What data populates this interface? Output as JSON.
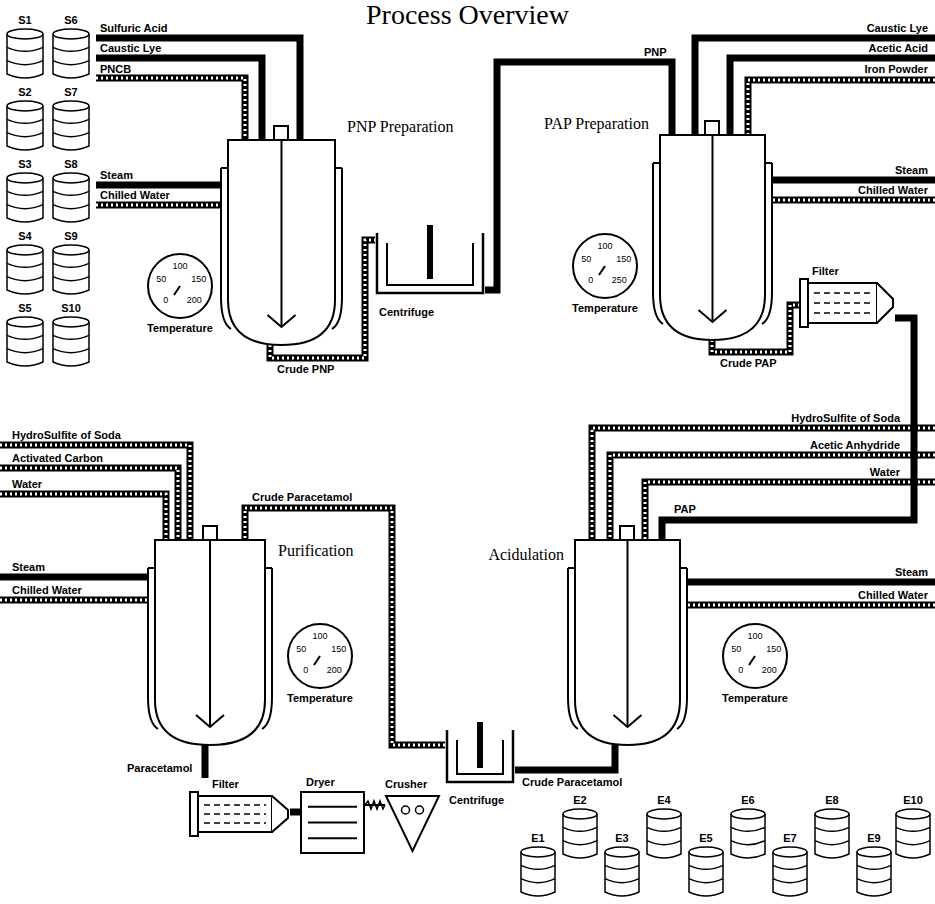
{
  "diagram": {
    "title": "Process Overview",
    "nodes": [
      {
        "text": [
          "S1"
        ]
      },
      {
        "text": [
          "S6"
        ]
      },
      {
        "text": [
          "S2"
        ]
      },
      {
        "text": [
          "S7"
        ]
      },
      {
        "text": [
          "S3"
        ]
      },
      {
        "text": [
          "S8"
        ]
      },
      {
        "text": [
          "S4"
        ]
      },
      {
        "text": [
          "S9"
        ]
      },
      {
        "text": [
          "S5"
        ]
      },
      {
        "text": [
          "S10"
        ]
      },
      {
        "text": [
          "PNP Preparation"
        ]
      },
      {
        "text": [
          "PAP Preparation"
        ]
      },
      {
        "text": [
          "100",
          "50",
          "150",
          "0",
          "200",
          "Temperature"
        ]
      },
      {
        "text": [
          "Centrifuge"
        ]
      },
      {
        "text": [
          "100",
          "50",
          "150",
          "0",
          "250",
          "Temperature"
        ]
      },
      {
        "text": [
          "Filter"
        ]
      },
      {
        "text": [
          "Purification"
        ]
      },
      {
        "text": [
          "Acidulation"
        ]
      },
      {
        "text": [
          "100",
          "50",
          "150",
          "0",
          "200",
          "Temperature"
        ]
      },
      {
        "text": [
          "100",
          "50",
          "150",
          "0",
          "200",
          "Temperature"
        ]
      },
      {
        "text": [
          "Centrifuge"
        ]
      },
      {
        "text": [
          "Filter"
        ]
      },
      {
        "text": [
          "Dryer"
        ]
      },
      {
        "text": [
          "Crusher"
        ]
      },
      {
        "text": [
          "E1"
        ]
      },
      {
        "text": [
          "E2"
        ]
      },
      {
        "text": [
          "E3"
        ]
      },
      {
        "text": [
          "E4"
        ]
      },
      {
        "text": [
          "E5"
        ]
      },
      {
        "text": [
          "E6"
        ]
      },
      {
        "text": [
          "E7"
        ]
      },
      {
        "text": [
          "E8"
        ]
      },
      {
        "text": [
          "E9"
        ]
      },
      {
        "text": [
          "E10"
        ]
      }
    ],
    "edges": [
      {
        "from": 10,
        "to": 13,
        "label": "Crude PNP",
        "arrow": "none"
      },
      {
        "from": 13,
        "to": 11,
        "label": "PNP",
        "arrow": "none"
      },
      {
        "from": 11,
        "to": 15,
        "label": "Crude PAP",
        "arrow": "none"
      },
      {
        "from": 15,
        "to": 17,
        "label": "PAP",
        "arrow": "none"
      },
      {
        "from": 17,
        "to": 20,
        "label": "Crude Paracetamol",
        "arrow": "none"
      },
      {
        "from": 20,
        "to": 16,
        "label": "Crude Paracetamol",
        "arrow": "none"
      },
      {
        "from": 16,
        "to": 21,
        "label": "Paracetamol",
        "arrow": "none"
      },
      {
        "from": 21,
        "to": 22,
        "arrow": "none"
      },
      {
        "from": 22,
        "to": 23,
        "arrow": "none"
      }
    ],
    "labels": [
      "Sulfuric Acid",
      "Caustic Lye",
      "PNCB",
      "Steam",
      "Chilled Water",
      "Caustic Lye",
      "Acetic Acid",
      "Iron Powder",
      "Steam",
      "Chilled Water",
      "HydroSulfite of Soda",
      "Activated Carbon",
      "Water",
      "Steam",
      "Chilled Water",
      "HydroSulfite of Soda",
      "Acetic Anhydride",
      "Water",
      "Steam",
      "Chilled Water"
    ]
  }
}
